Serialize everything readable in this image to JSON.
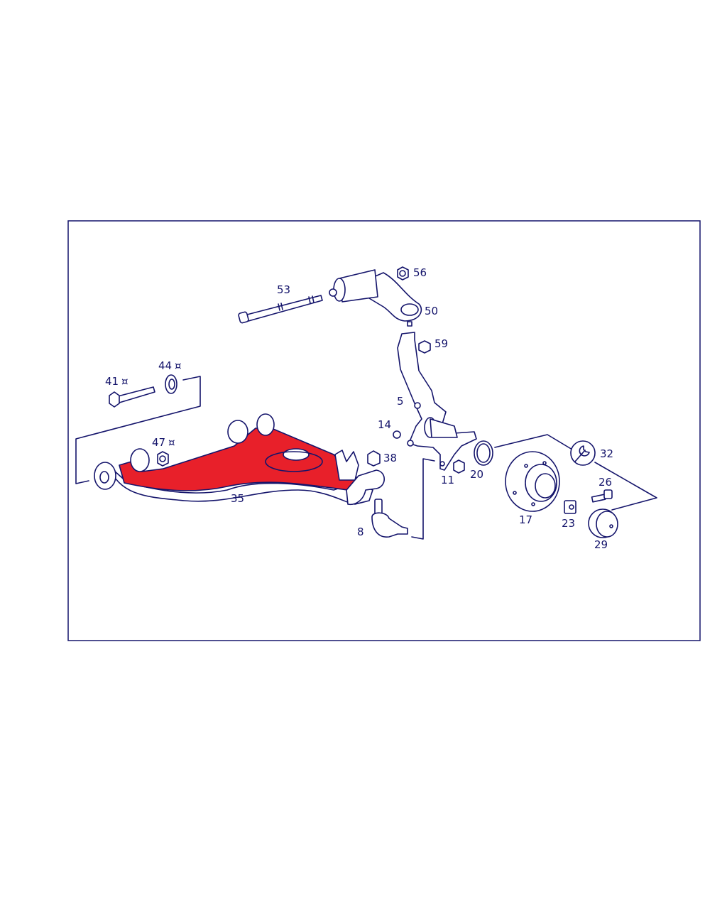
{
  "diagram": {
    "title": "Front axle lower control arm assembly",
    "highlight_color": "#e8202a",
    "line_color": "#14146b",
    "parts": {
      "p53": "53",
      "p56": "56",
      "p50": "50",
      "p59": "59",
      "p5": "5",
      "p41": "41",
      "p44": "44",
      "p47": "47",
      "p14": "14",
      "p38": "38",
      "p35": "35",
      "p8": "8",
      "p11": "11",
      "p20": "20",
      "p32": "32",
      "p17": "17",
      "p26": "26",
      "p23": "23",
      "p29": "29"
    },
    "marker_symbol": "¤"
  }
}
